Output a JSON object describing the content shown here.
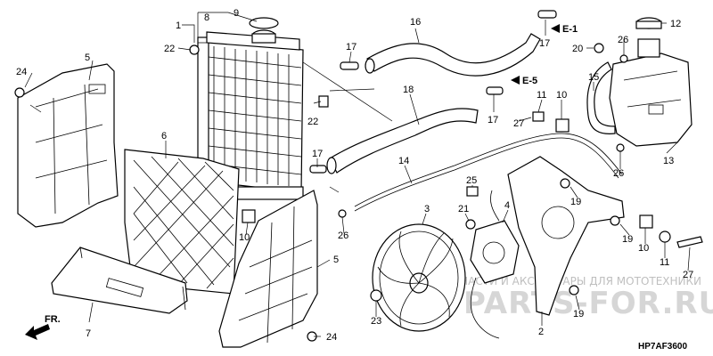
{
  "diagram": {
    "code": "HP7AF3600",
    "front_arrow": "FR.",
    "watermark": {
      "line1": "ЗАПЧАСТИ И АКСЕССУАРЫ ДЛЯ МОТОТЕХНИКИ",
      "line2": "PARTS-FOR.RU"
    },
    "refs": [
      "E-1",
      "E-5"
    ],
    "callouts": [
      {
        "id": "c1",
        "text": "1"
      },
      {
        "id": "c8",
        "text": "8"
      },
      {
        "id": "c9",
        "text": "9"
      },
      {
        "id": "c22a",
        "text": "22"
      },
      {
        "id": "c24a",
        "text": "24"
      },
      {
        "id": "c5a",
        "text": "5"
      },
      {
        "id": "c6",
        "text": "6"
      },
      {
        "id": "c7",
        "text": "7"
      },
      {
        "id": "c17a",
        "text": "17"
      },
      {
        "id": "c22b",
        "text": "22"
      },
      {
        "id": "c17b",
        "text": "17"
      },
      {
        "id": "c10a",
        "text": "10"
      },
      {
        "id": "c26a",
        "text": "26"
      },
      {
        "id": "c5b",
        "text": "5"
      },
      {
        "id": "c24b",
        "text": "24"
      },
      {
        "id": "c16",
        "text": "16"
      },
      {
        "id": "c17c",
        "text": "17"
      },
      {
        "id": "c12",
        "text": "12"
      },
      {
        "id": "c20",
        "text": "20"
      },
      {
        "id": "c26b",
        "text": "26"
      },
      {
        "id": "c17d",
        "text": "17"
      },
      {
        "id": "c18",
        "text": "18"
      },
      {
        "id": "c11a",
        "text": "11"
      },
      {
        "id": "c10b",
        "text": "10"
      },
      {
        "id": "c27a",
        "text": "27"
      },
      {
        "id": "c15",
        "text": "15"
      },
      {
        "id": "c13",
        "text": "13"
      },
      {
        "id": "c26c",
        "text": "26"
      },
      {
        "id": "c14",
        "text": "14"
      },
      {
        "id": "c25",
        "text": "25"
      },
      {
        "id": "c21",
        "text": "21"
      },
      {
        "id": "c3",
        "text": "3"
      },
      {
        "id": "c4",
        "text": "4"
      },
      {
        "id": "c19a",
        "text": "19"
      },
      {
        "id": "c19b",
        "text": "19"
      },
      {
        "id": "c10c",
        "text": "10"
      },
      {
        "id": "c11b",
        "text": "11"
      },
      {
        "id": "c27b",
        "text": "27"
      },
      {
        "id": "c19c",
        "text": "19"
      },
      {
        "id": "c2",
        "text": "2"
      },
      {
        "id": "c23",
        "text": "23"
      }
    ]
  }
}
